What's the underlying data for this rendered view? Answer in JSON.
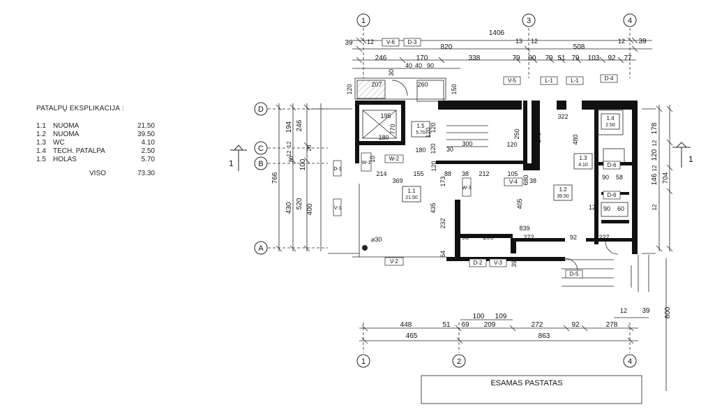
{
  "legend": {
    "title": "PATALPŲ EKSPLIKACIJA :",
    "rows": [
      {
        "num": "1.1",
        "name": "NUOMA",
        "area": "21.50"
      },
      {
        "num": "1.2",
        "name": "NUOMA",
        "area": "39.50"
      },
      {
        "num": "1.3",
        "name": "WC",
        "area": "4.10"
      },
      {
        "num": "1.4",
        "name": "TECH. PATALPA",
        "area": "2.50"
      },
      {
        "num": "1.5",
        "name": "HOLAS",
        "area": "5.70"
      }
    ],
    "total_label": "VISO",
    "total_area": "73.30"
  },
  "grid_labels": {
    "col_top": [
      "1",
      "3",
      "4"
    ],
    "col_bottom": [
      "1",
      "2",
      "4"
    ],
    "rows": [
      "D",
      "C",
      "B",
      "A"
    ]
  },
  "section_marks": [
    "1",
    "1"
  ],
  "top_dims": {
    "line1": [
      "39",
      "12",
      "1406",
      "13",
      "12",
      "12",
      "39"
    ],
    "line2": [
      "820",
      "508"
    ],
    "line3": [
      "246",
      "170",
      "338",
      "79",
      "90",
      "79",
      "51",
      "79",
      "103",
      "92",
      "77"
    ],
    "line4": [
      "40",
      "40",
      "90"
    ]
  },
  "bottom_dims": {
    "line1": [
      "100",
      "109"
    ],
    "line2": [
      "448",
      "51",
      "69",
      "209",
      "272",
      "92",
      "278"
    ],
    "line3": [
      "465",
      "863"
    ],
    "small": [
      "12",
      "39"
    ]
  },
  "left_dims": {
    "outer": "766",
    "mid": [
      "246",
      "430"
    ],
    "inner": [
      "194",
      "12",
      "12",
      "100",
      "520"
    ],
    "small": [
      "80",
      "20"
    ],
    "inner2": "400"
  },
  "right_dims": {
    "outer": "704",
    "inner": [
      "178",
      "12",
      "120",
      "12",
      "146",
      "12"
    ],
    "bottom": "600"
  },
  "rooms": [
    {
      "id": "1.1",
      "area": "21.50"
    },
    {
      "id": "1.2",
      "area": "39.50"
    },
    {
      "id": "1.3",
      "area": "4.10"
    },
    {
      "id": "1.4",
      "area": "2.50"
    },
    {
      "id": "1.5",
      "area": "5.70"
    }
  ],
  "tags": {
    "windows": [
      "V-6",
      "V-5",
      "V-1",
      "V-2",
      "V-3",
      "V-4"
    ],
    "doors": [
      "D-3",
      "D-4",
      "D-1",
      "D-2",
      "D-5",
      "D-6",
      "D-6"
    ],
    "lintels": [
      "L-1",
      "L-1"
    ],
    "inner_windows": [
      "W-1",
      "W-2",
      "W-3"
    ]
  },
  "interior_dims": [
    "207",
    "260",
    "120",
    "150",
    "30",
    "195",
    "770",
    "180",
    "180",
    "120",
    "120",
    "30",
    "300",
    "250",
    "120",
    "275",
    "322",
    "480",
    "214",
    "155",
    "88",
    "38",
    "212",
    "105",
    "38",
    "369",
    "173",
    "680",
    "405",
    "435",
    "232",
    "839",
    "64",
    "95",
    "209",
    "272",
    "92",
    "227",
    "90",
    "58",
    "90",
    "60",
    "12",
    "39",
    "120",
    "10",
    "120"
  ],
  "circle_dim": "⌀30",
  "existing_building": "ESAMAS PASTATAS"
}
